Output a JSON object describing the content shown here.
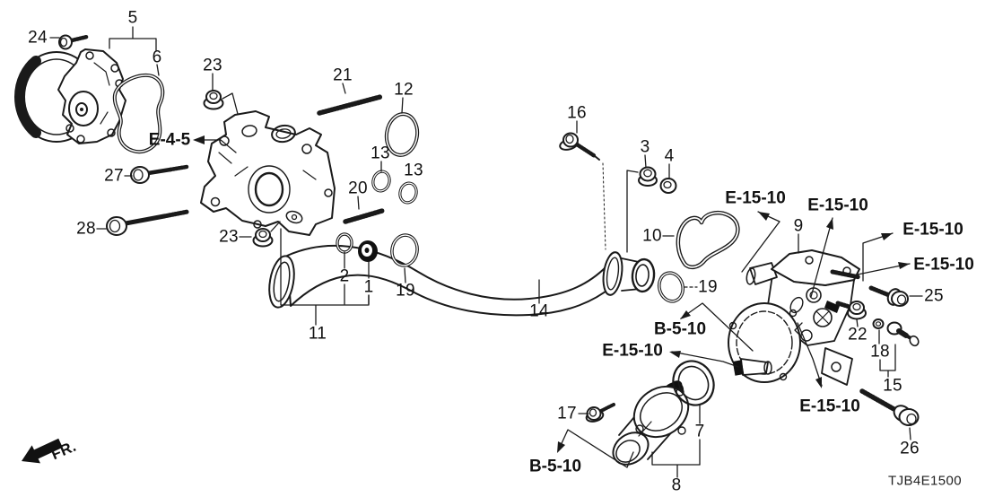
{
  "diagram": {
    "code": "TJB4E1500",
    "direction_indicator": "FR.",
    "ref_codes": {
      "e_4_5": "E-4-5",
      "e_15_10": "E-15-10",
      "b_5_10": "B-5-10"
    },
    "callouts": {
      "c1": "1",
      "c2": "2",
      "c3": "3",
      "c4": "4",
      "c5": "5",
      "c6": "6",
      "c7": "7",
      "c8": "8",
      "c9": "9",
      "c10": "10",
      "c11": "11",
      "c12": "12",
      "c13": "13",
      "c14": "14",
      "c15": "15",
      "c16": "16",
      "c17": "17",
      "c18": "18",
      "c19": "19",
      "c20": "20",
      "c21": "21",
      "c22": "22",
      "c23": "23",
      "c24": "24",
      "c25": "25",
      "c26": "26",
      "c27": "27",
      "c28": "28"
    }
  }
}
